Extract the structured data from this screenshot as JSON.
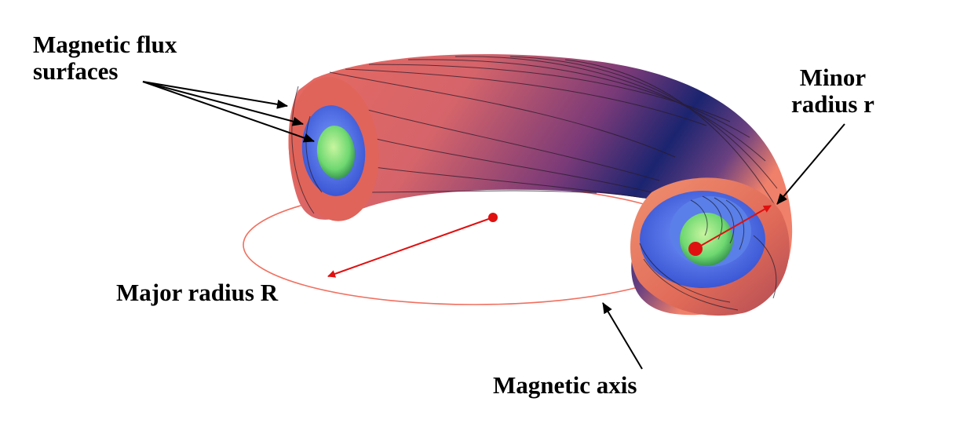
{
  "labels": {
    "flux_line1": "Magnetic flux",
    "flux_line2": "surfaces",
    "minor_line1": "Minor",
    "minor_line2": "radius r",
    "major": "Major radius R",
    "axis": "Magnetic axis"
  },
  "colors": {
    "outer_surface": "#e05a50",
    "shadow": "#1e2a78",
    "middle_surface": "#5577f0",
    "inner_surface": "#7ee07e",
    "axis_line": "#f07060",
    "radius_arrow": "#e01010",
    "pointer": "#000000"
  }
}
